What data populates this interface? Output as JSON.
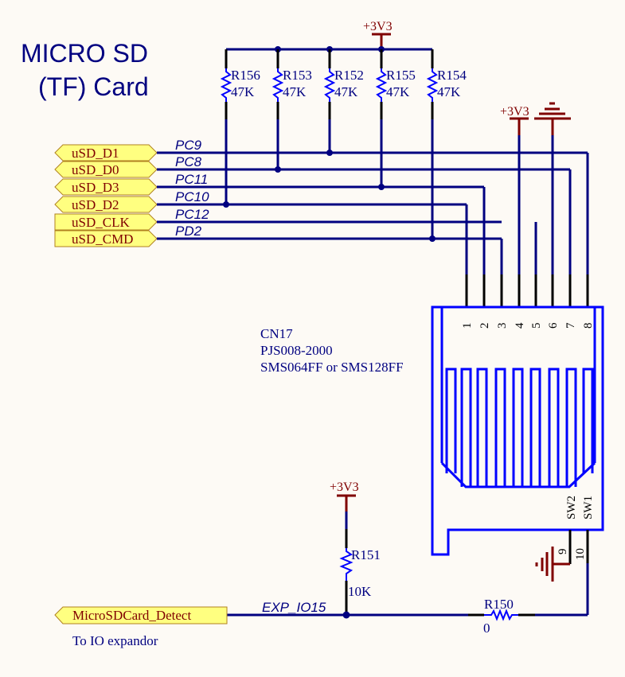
{
  "title": {
    "line1": "MICRO SD",
    "line2": "(TF) Card"
  },
  "power": {
    "top": "+3V3",
    "right": "+3V3",
    "detect": "+3V3"
  },
  "pullups": [
    {
      "ref": "R156",
      "value": "47K"
    },
    {
      "ref": "R153",
      "value": "47K"
    },
    {
      "ref": "R152",
      "value": "47K"
    },
    {
      "ref": "R155",
      "value": "47K"
    },
    {
      "ref": "R154",
      "value": "47K"
    }
  ],
  "ports": [
    {
      "label": "uSD_D1",
      "net": "PC9"
    },
    {
      "label": "uSD_D0",
      "net": "PC8"
    },
    {
      "label": "uSD_D3",
      "net": "PC11"
    },
    {
      "label": "uSD_D2",
      "net": "PC10"
    },
    {
      "label": "uSD_CLK",
      "net": "PC12"
    },
    {
      "label": "uSD_CMD",
      "net": "PD2"
    }
  ],
  "connector": {
    "ref": "CN17",
    "part": "PJS008-2000",
    "desc": "SMS064FF or SMS128FF",
    "pins": [
      "1",
      "2",
      "3",
      "4",
      "5",
      "6",
      "7",
      "8"
    ],
    "switches": [
      "SW2",
      "SW1"
    ],
    "sw_pins": [
      "9",
      "10"
    ]
  },
  "detect": {
    "port": "MicroSDCard_Detect",
    "note": "To IO expandor",
    "net": "EXP_IO15",
    "r151": {
      "ref": "R151",
      "value": "10K"
    },
    "r150": {
      "ref": "R150",
      "value": "0"
    }
  }
}
